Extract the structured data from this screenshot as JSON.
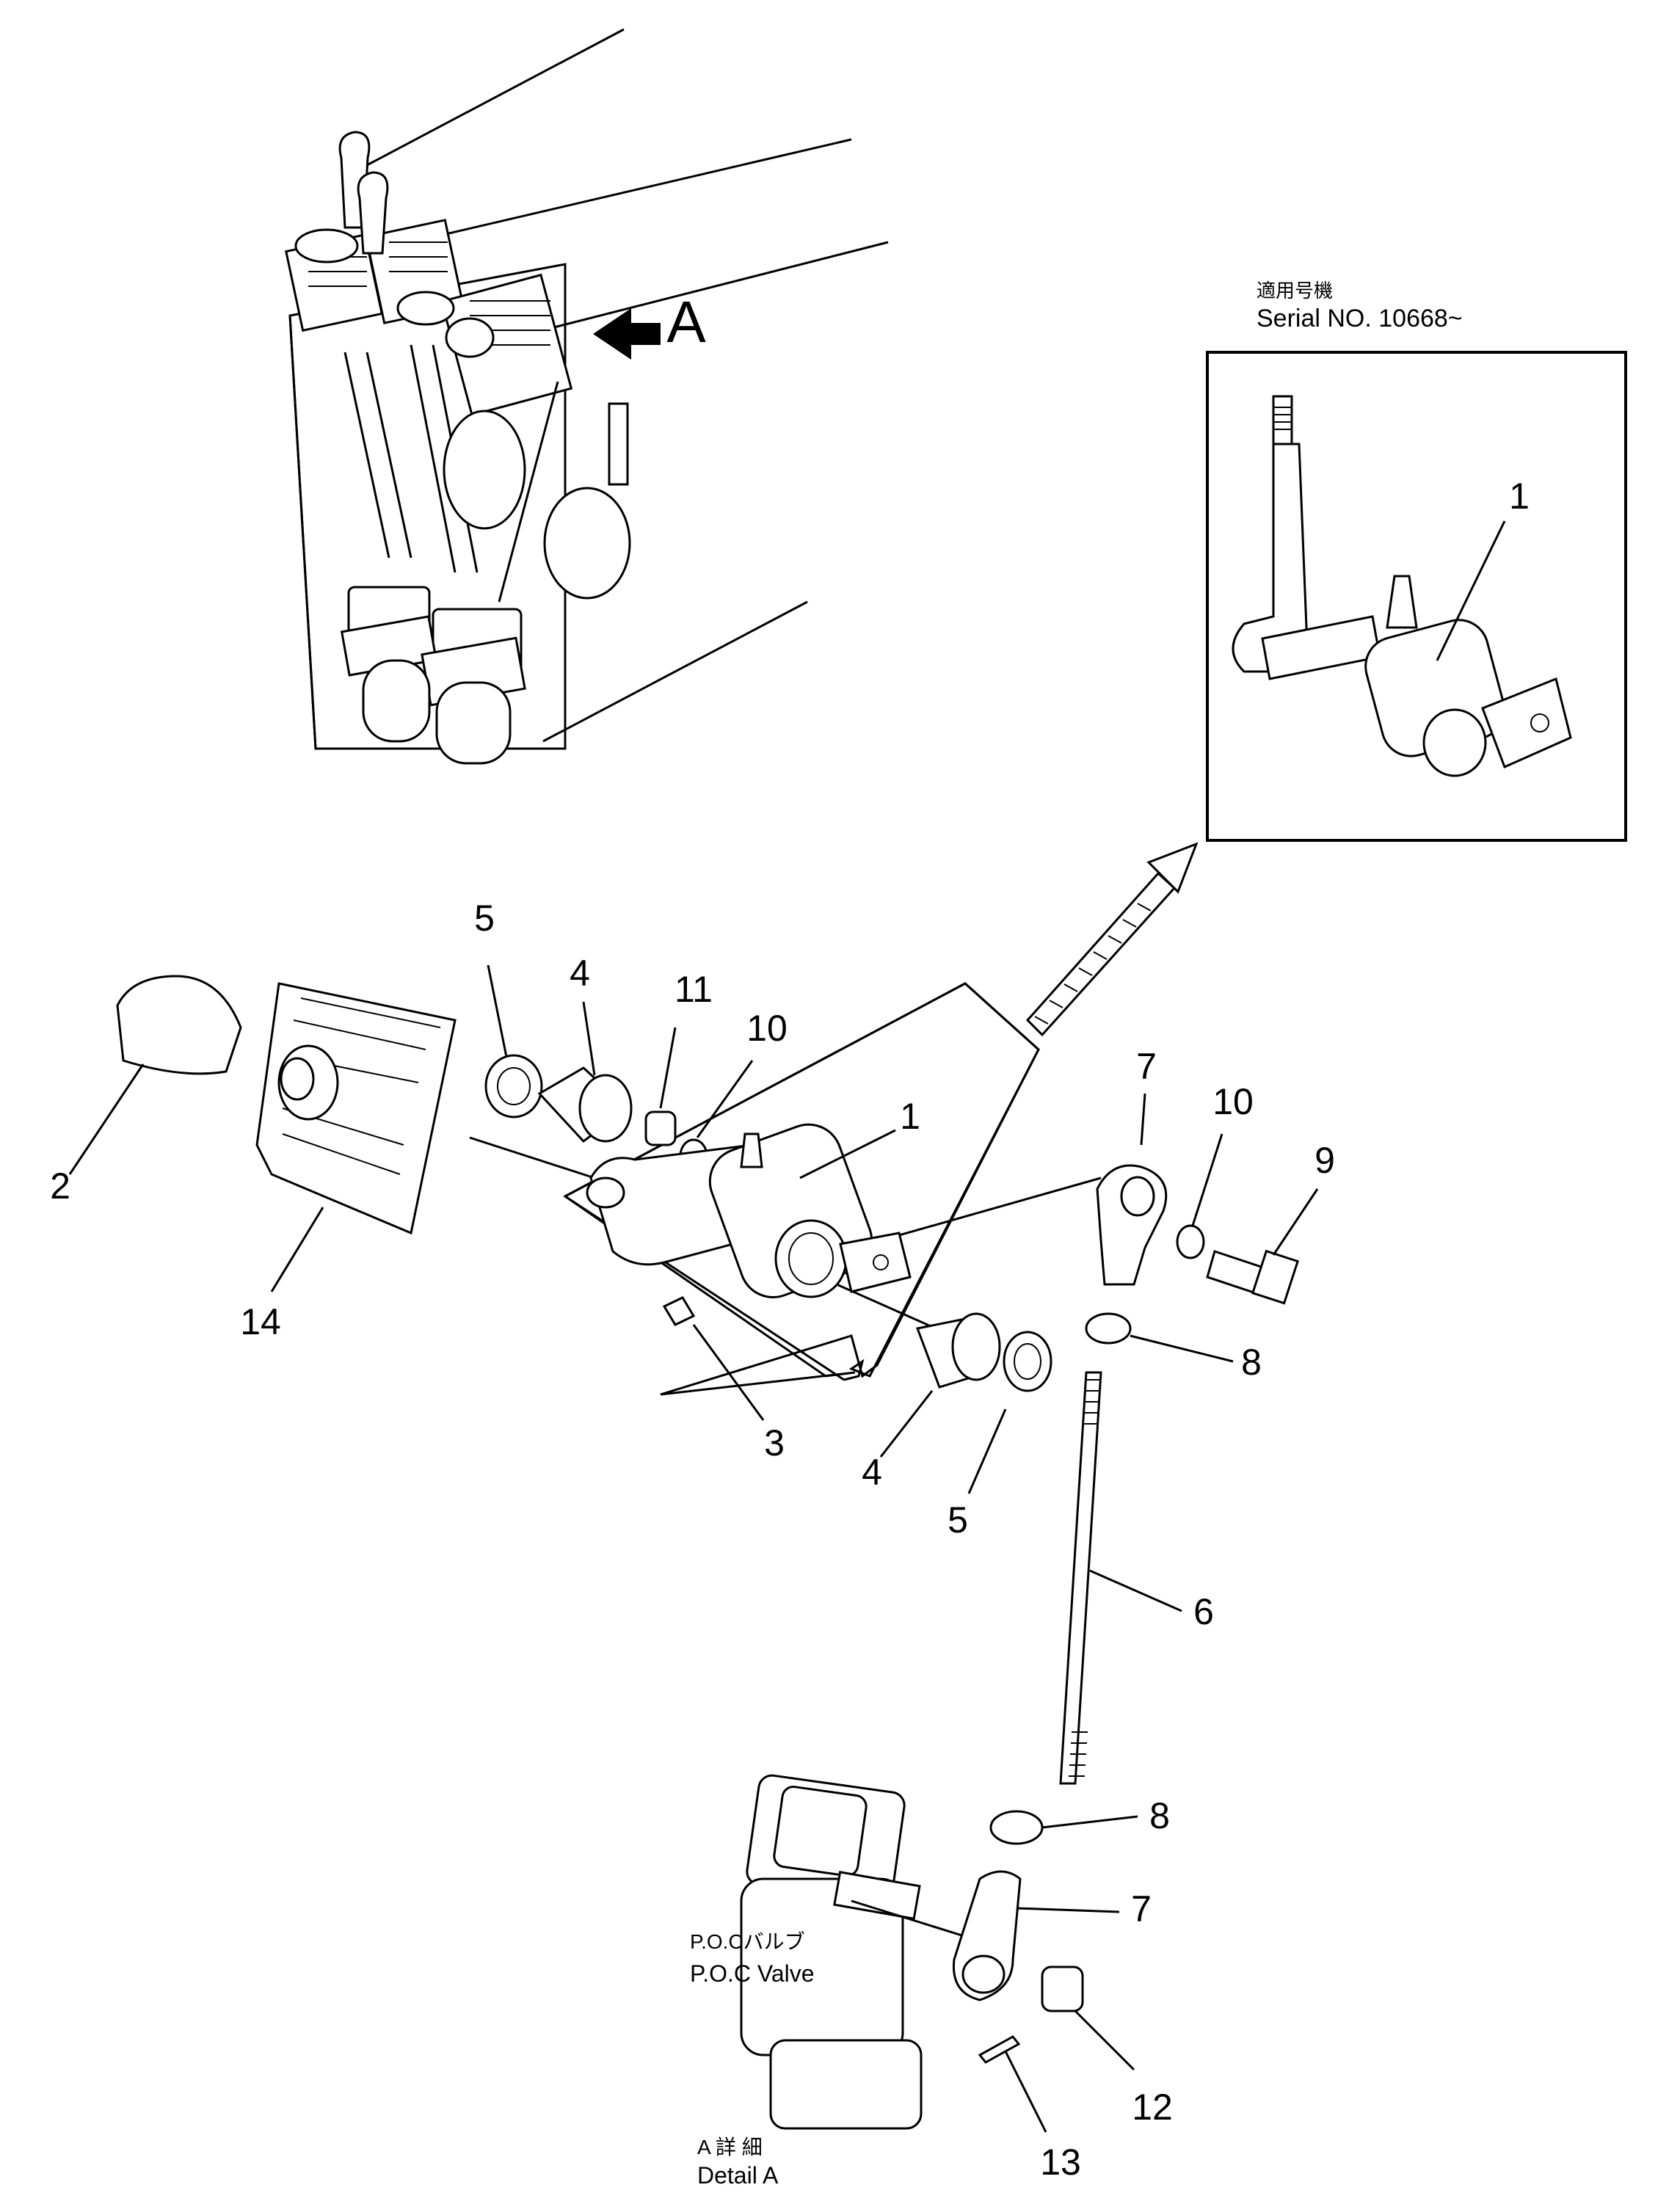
{
  "view_label": "A",
  "inset": {
    "serial_jp": "適用号機",
    "serial_en": "Serial NO. 10668~",
    "callout": "1"
  },
  "callouts": {
    "c1": "1",
    "c2": "2",
    "c3": "3",
    "c4a": "4",
    "c4b": "4",
    "c5a": "5",
    "c5b": "5",
    "c6": "6",
    "c7a": "7",
    "c7b": "7",
    "c8a": "8",
    "c8b": "8",
    "c9": "9",
    "c10a": "10",
    "c10b": "10",
    "c11": "11",
    "c12": "12",
    "c13": "13",
    "c14": "14"
  },
  "valve_label": {
    "jp": "P.O.Cバルブ",
    "en": "P.O.C Valve"
  },
  "detail_label": {
    "jp": "A 詳 細",
    "en": "Detail A"
  }
}
